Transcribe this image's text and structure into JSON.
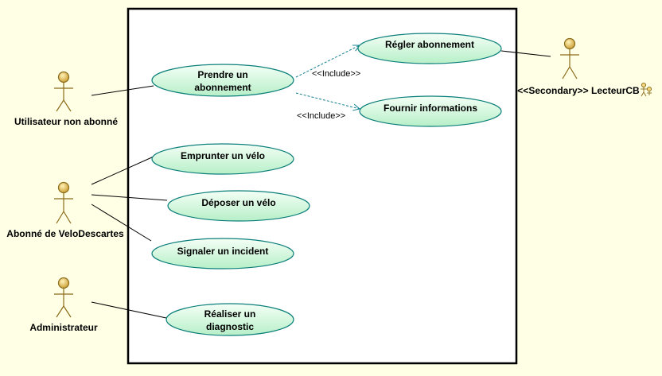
{
  "diagram": {
    "actors": [
      {
        "id": "nonsub",
        "label": "Utilisateur non abonné"
      },
      {
        "id": "abonne",
        "label": "Abonné de VeloDescartes"
      },
      {
        "id": "admin",
        "label": "Administrateur"
      },
      {
        "id": "lecteur",
        "label": "<<Secondary>> LecteurCB"
      }
    ],
    "use_cases": [
      {
        "id": "prendre",
        "lines": [
          "Prendre un",
          "abonnement"
        ]
      },
      {
        "id": "regler",
        "lines": [
          "Régler abonnement"
        ]
      },
      {
        "id": "fournir",
        "lines": [
          "Fournir informations"
        ]
      },
      {
        "id": "emprunter",
        "lines": [
          "Emprunter un vélo"
        ]
      },
      {
        "id": "deposer",
        "lines": [
          "Déposer un vélo"
        ]
      },
      {
        "id": "signaler",
        "lines": [
          "Signaler un incident"
        ]
      },
      {
        "id": "diagnostic",
        "lines": [
          "Réaliser un",
          "diagnostic"
        ]
      }
    ],
    "relations": [
      {
        "type": "include",
        "from": "prendre",
        "to": "regler",
        "label": "<<Include>>"
      },
      {
        "type": "include",
        "from": "prendre",
        "to": "fournir",
        "label": "<<Include>>"
      }
    ],
    "colors": {
      "background": "#ffffe6",
      "use_case_fill_light": "#f4fff6",
      "use_case_fill_dark": "#b7efc8",
      "use_case_stroke": "#0b7f7a",
      "actor_fill": "#d9b64e",
      "actor_stroke": "#8a6b18",
      "system_border": "#000000",
      "include_line": "#137f8f"
    }
  }
}
